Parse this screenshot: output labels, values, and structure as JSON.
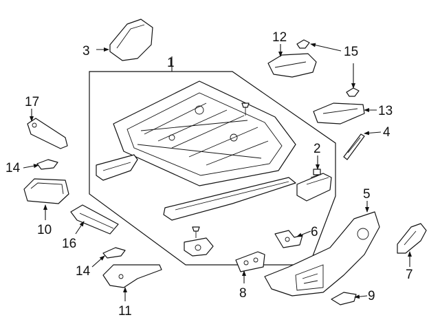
{
  "callouts": {
    "c1": "1",
    "c2": "2",
    "c3": "3",
    "c4": "4",
    "c5": "5",
    "c6": "6",
    "c7": "7",
    "c8": "8",
    "c9": "9",
    "c10": "10",
    "c11": "11",
    "c12": "12",
    "c13": "13",
    "c14a": "14",
    "c14b": "14",
    "c15": "15",
    "c16": "16",
    "c17": "17"
  },
  "colors": {
    "line": "#111111",
    "background": "#ffffff"
  }
}
